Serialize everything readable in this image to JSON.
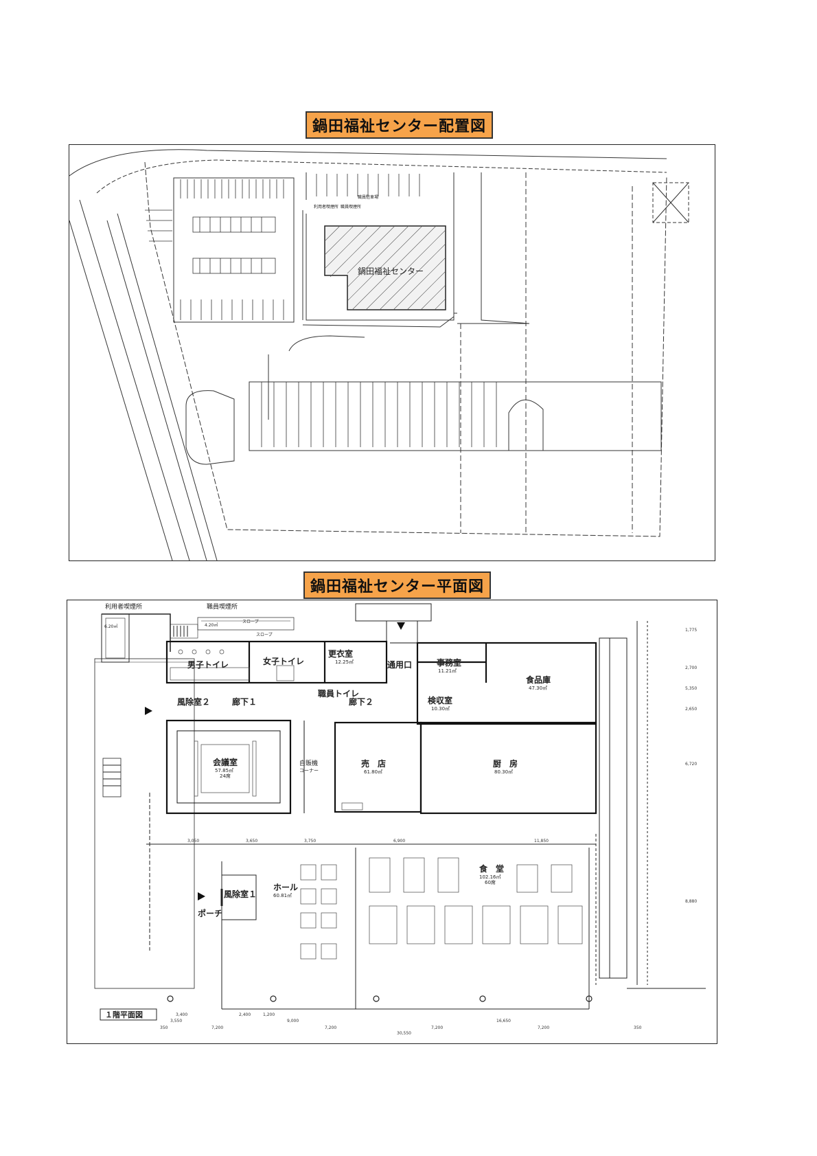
{
  "site_plan": {
    "title": "鍋田福祉センター配置図",
    "building_label": "鍋田福祉センター",
    "labels": {
      "user_smoking": "利用者喫煙所",
      "staff_smoking": "職員喫煙所",
      "staff_parking": "職員駐車場"
    }
  },
  "floor_plan": {
    "title": "鍋田福祉センター平面図",
    "caption": "１階平面図",
    "outdoor": {
      "user_smoking": "利用者喫煙所",
      "staff_smoking": "職員喫煙所",
      "area_small": "6.20㎡",
      "area_staff": "4.20㎡",
      "slope1": "スロープ",
      "slope2": "スロープ"
    },
    "rooms": [
      {
        "name": "男子トイレ",
        "area": ""
      },
      {
        "name": "女子トイレ",
        "area": ""
      },
      {
        "name": "更衣室",
        "area": "12.25㎡"
      },
      {
        "name": "通用口",
        "area": ""
      },
      {
        "name": "事務室",
        "area": "11.21㎡"
      },
      {
        "name": "食品庫",
        "area": "47.30㎡"
      },
      {
        "name": "風除室２",
        "area": ""
      },
      {
        "name": "廊下１",
        "area": ""
      },
      {
        "name": "職員トイレ",
        "area": ""
      },
      {
        "name": "廊下２",
        "area": ""
      },
      {
        "name": "検収室",
        "area": "10.30㎡"
      },
      {
        "name": "会議室",
        "area": "57.85㎡",
        "note": "24席"
      },
      {
        "name": "自販機",
        "area": "コーナー"
      },
      {
        "name": "売　店",
        "area": "61.80㎡"
      },
      {
        "name": "厨　房",
        "area": "80.30㎡"
      },
      {
        "name": "風除室１",
        "area": ""
      },
      {
        "name": "ホール",
        "area": "60.81㎡"
      },
      {
        "name": "食　堂",
        "area": "102.16㎡",
        "note": "60席"
      },
      {
        "name": "ポーチ",
        "area": ""
      }
    ],
    "dims_top": [
      "3,050",
      "3,650",
      "3,750",
      "6,900",
      "11,850"
    ],
    "dims_bottom1": [
      "3,400",
      "2,400",
      "1,200"
    ],
    "dims_bottom2": [
      "3,550",
      "9,000",
      "16,650"
    ],
    "dims_bottom3": [
      "350",
      "7,200",
      "7,200",
      "7,200",
      "7,200",
      "350"
    ],
    "dim_total": "30,550",
    "dims_right": [
      "1,775",
      "2,700",
      "5,350",
      "2,650",
      "6,720",
      "8,880"
    ]
  }
}
